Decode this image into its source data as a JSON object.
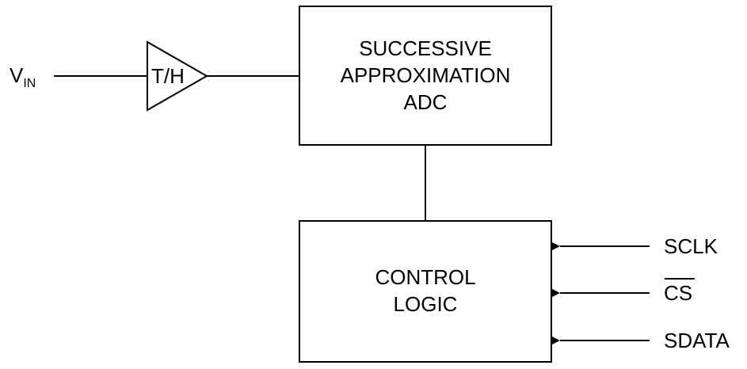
{
  "input": {
    "main": "V",
    "sub": "IN"
  },
  "track_hold": {
    "label": "T/H"
  },
  "adc_block": {
    "lines": [
      "SUCCESSIVE",
      "APPROXIMATION",
      "ADC"
    ]
  },
  "control_block": {
    "lines": [
      "CONTROL",
      "LOGIC"
    ]
  },
  "signals": {
    "sclk": "SCLK",
    "cs": "CS",
    "sdata": "SDATA"
  }
}
